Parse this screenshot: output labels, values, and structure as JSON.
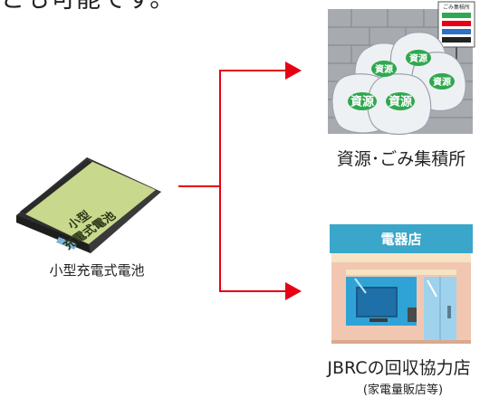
{
  "header": {
    "top_text": "とも可能です。"
  },
  "battery": {
    "label": "小型\n充電式電池",
    "caption": "小型充電式電池"
  },
  "destinations": {
    "recycle_point": {
      "label": "資源･ごみ集積所",
      "bag_text": "資源",
      "board_title": "ごみ集積所"
    },
    "store": {
      "sign_text": "電器店",
      "label": "JBRCの回収協力店",
      "sublabel": "(家電量販店等)"
    }
  },
  "colors": {
    "arrow": "#e60012",
    "battery_body": "#c8d88c",
    "battery_edge": "#2f2f2f",
    "bag": "#eef1f4",
    "bag_label": "#2fa84f",
    "store_sign": "#3aa6c9",
    "store_wall": "#f1c7b1"
  },
  "icons": {
    "battery": "battery-icon",
    "recycle": "garbage-bags-icon",
    "store": "electronics-store-icon"
  }
}
